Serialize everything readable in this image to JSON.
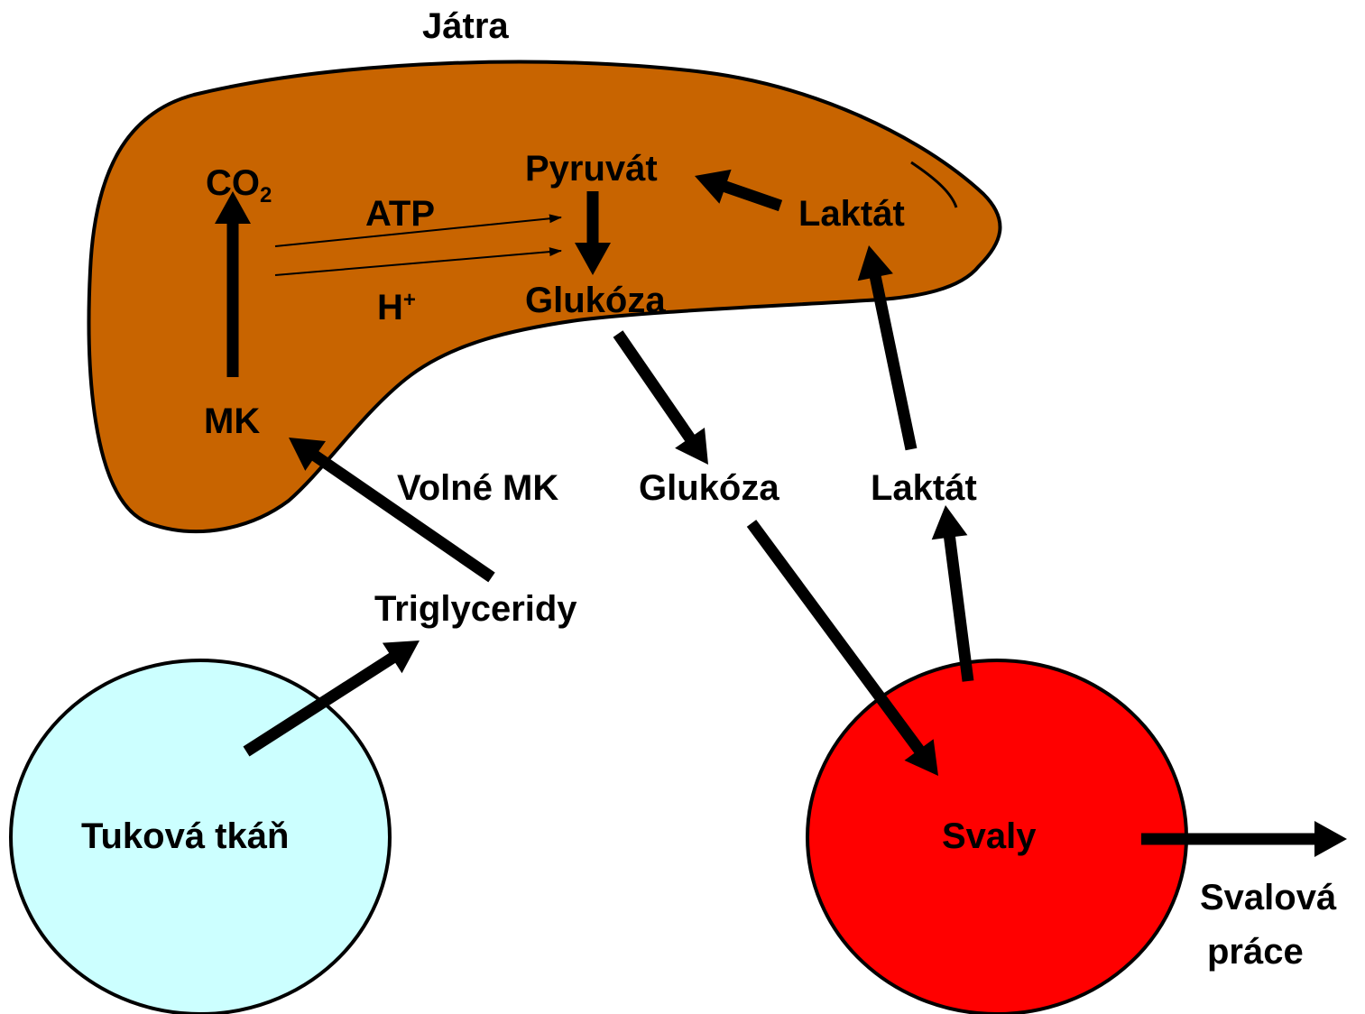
{
  "title": "Játra",
  "colors": {
    "liver": "#C86400",
    "adipose": "#CCFFFF",
    "muscle": "#FF0000",
    "outline": "#000000",
    "arrow": "#000000"
  },
  "liver": {
    "co2_main": "CO",
    "co2_sub": "2",
    "atp": "ATP",
    "h_main": "H",
    "h_sup": "+",
    "pyruvate": "Pyruvát",
    "lactate": "Laktát",
    "glucose": "Glukóza",
    "fatty_acids": "MK"
  },
  "blood": {
    "free_fatty_acids": "Volné MK",
    "glucose": "Glukóza",
    "lactate": "Laktát",
    "triglycerides": "Triglyceridy"
  },
  "adipose_tissue": {
    "label": "Tuková tkáň"
  },
  "muscles": {
    "label": "Svaly",
    "work_line1": "Svalová",
    "work_line2": "práce"
  }
}
